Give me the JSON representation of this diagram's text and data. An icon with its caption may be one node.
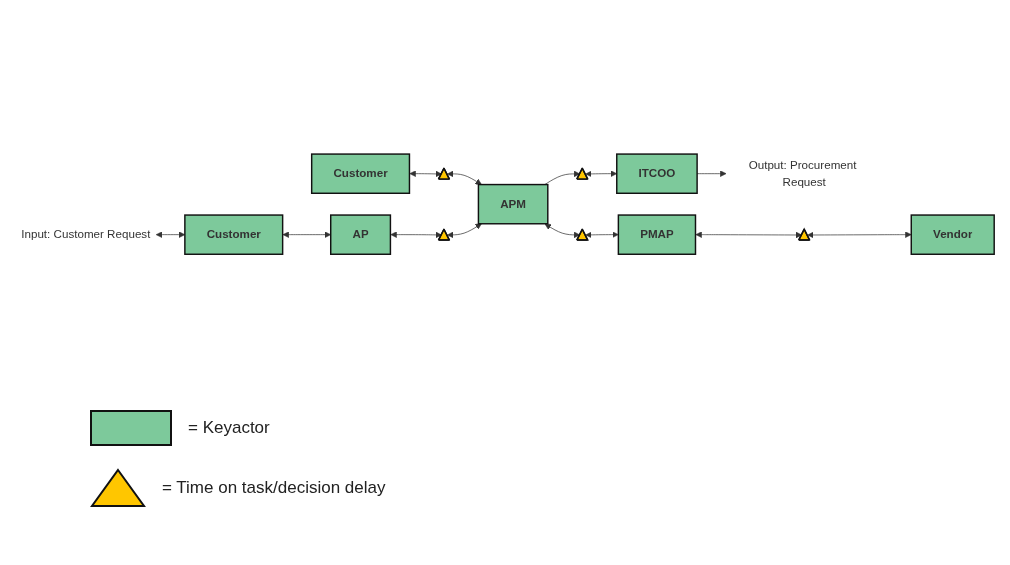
{
  "diagram": {
    "nodes": [
      {
        "text": [
          "Customer"
        ]
      },
      {
        "text": [],
        "shape": "triangle"
      },
      {
        "text": [
          "Input: Customer Request"
        ]
      },
      {
        "text": [
          "Customer"
        ]
      },
      {
        "text": [
          "AP"
        ]
      },
      {
        "text": [],
        "shape": "triangle"
      },
      {
        "text": [
          "APM"
        ]
      },
      {
        "text": [],
        "shape": "triangle"
      },
      {
        "text": [
          "ITCOO"
        ]
      },
      {
        "text": [
          "Output: Procurement Request"
        ]
      },
      {
        "text": [],
        "shape": "triangle"
      },
      {
        "text": [
          "PMAP"
        ]
      },
      {
        "text": [],
        "shape": "triangle"
      },
      {
        "text": [
          "Vendor"
        ]
      }
    ],
    "edges": [
      {
        "from": 0,
        "to": 1,
        "arrow": "both"
      },
      {
        "from": 1,
        "to": 6,
        "arrow": "both"
      },
      {
        "from": 2,
        "to": 3,
        "arrow": "both"
      },
      {
        "from": 3,
        "to": 4,
        "arrow": "both"
      },
      {
        "from": 4,
        "to": 5,
        "arrow": "both"
      },
      {
        "from": 5,
        "to": 6,
        "arrow": "both"
      },
      {
        "from": 6,
        "to": 7,
        "arrow": "to"
      },
      {
        "from": 7,
        "to": 8,
        "arrow": "both"
      },
      {
        "from": 8,
        "to": 9,
        "arrow": "to"
      },
      {
        "from": 6,
        "to": 10,
        "arrow": "both"
      },
      {
        "from": 10,
        "to": 11,
        "arrow": "both"
      },
      {
        "from": 11,
        "to": 12,
        "arrow": "both"
      },
      {
        "from": 12,
        "to": 13,
        "arrow": "both"
      }
    ],
    "legend": [
      {
        "text": "= Keyactor"
      },
      {
        "text": "= Time on task/decision delay"
      }
    ]
  }
}
